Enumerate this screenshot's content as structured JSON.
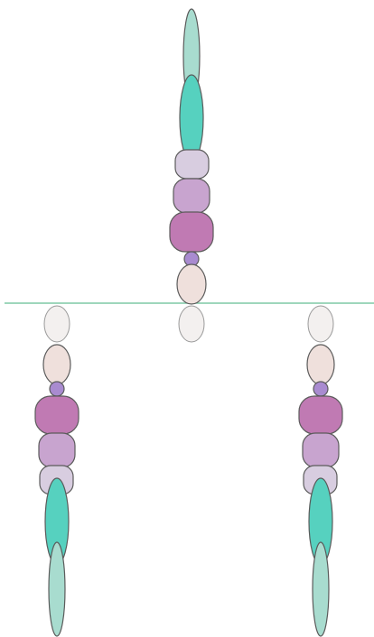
{
  "colors": {
    "background": "#ffffff",
    "mirror_line": "#7fc9a6",
    "leaf_light": "#a8dccf",
    "leaf_teal": "#56d1bf",
    "lavender_pale": "#d8cde0",
    "lavender": "#c8a4cf",
    "magenta": "#c07ab3",
    "purple_small": "#a98bd0",
    "blush": "#efe0dc",
    "reflection": "#f3f0ef"
  },
  "icons": {
    "top_stack": "vertical-stack-pointing-up",
    "left_stack": "vertical-stack-pointing-down",
    "right_stack": "vertical-stack-pointing-down"
  }
}
